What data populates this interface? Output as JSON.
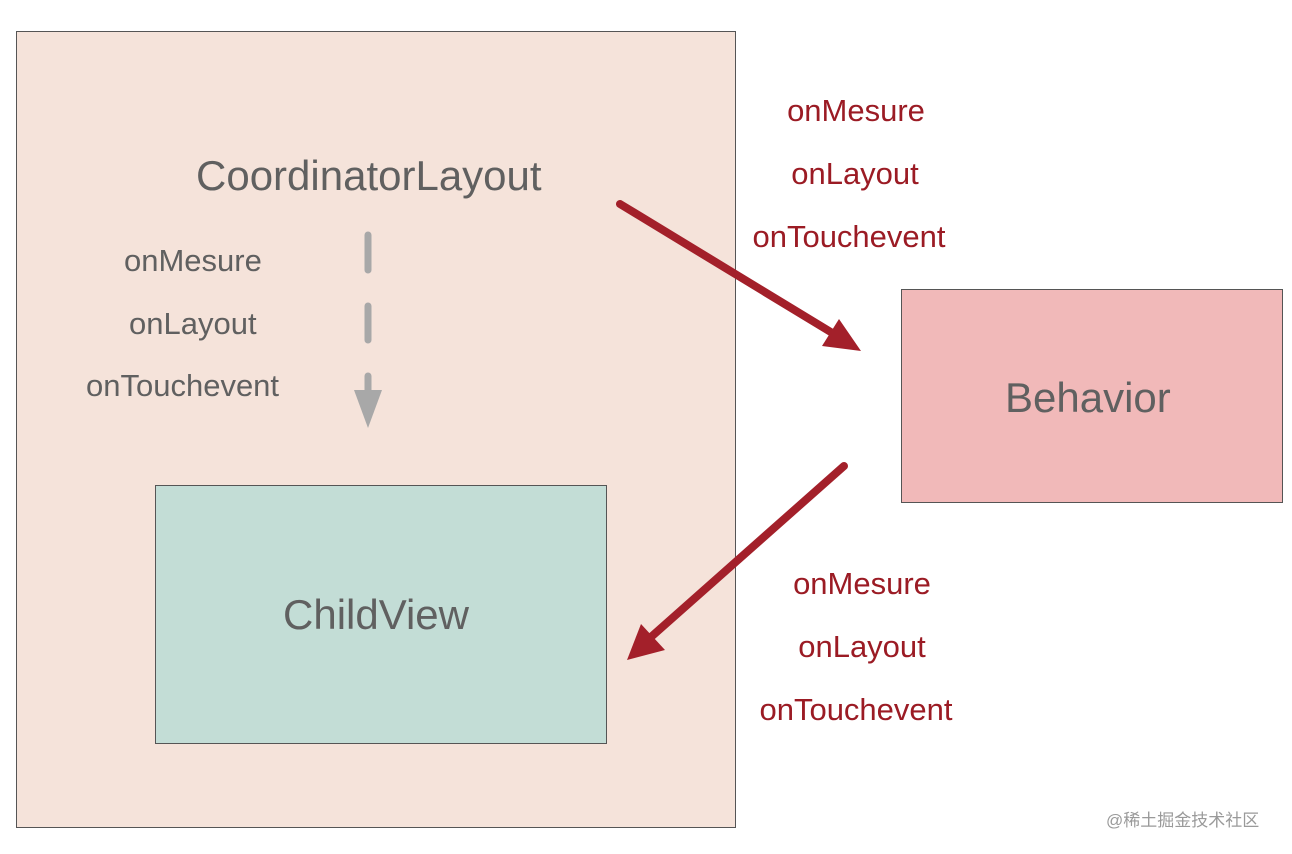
{
  "coordinator": {
    "title": "CoordinatorLayout",
    "methods": [
      "onMesure",
      "onLayout",
      "onTouchevent"
    ]
  },
  "childview": {
    "title": "ChildView"
  },
  "behavior": {
    "title": "Behavior"
  },
  "to_behavior": {
    "methods": [
      "onMesure",
      "onLayout",
      "onTouchevent"
    ]
  },
  "to_childview": {
    "methods": [
      "onMesure",
      "onLayout",
      "onTouchevent"
    ]
  },
  "watermark": "@稀土掘金技术社区",
  "colors": {
    "coordinator_fill": "#f5e3da",
    "childview_fill": "#c3ddd6",
    "behavior_fill": "#f1b9b9",
    "arrow_red": "#a3202a",
    "arrow_gray": "#a8a8a8",
    "text_gray": "#606060",
    "text_red": "#9b1b24"
  }
}
